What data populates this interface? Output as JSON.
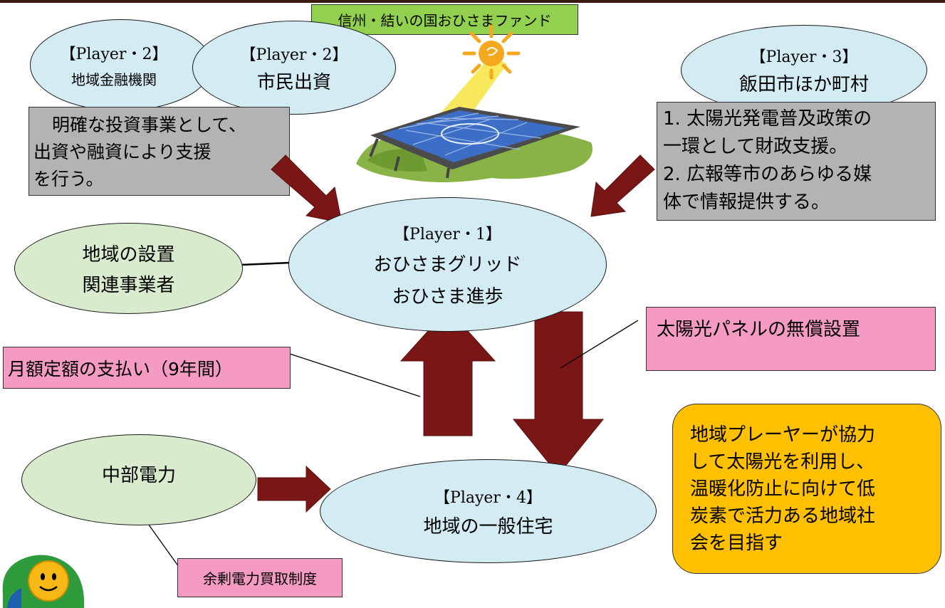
{
  "fund_label": "信州・結いの国おひさまファンド",
  "p2_bank": {
    "title": "【Player・2】",
    "name": "地域金融機関"
  },
  "p2_citizen": {
    "title": "【Player・2】",
    "name": "市民出資"
  },
  "p3": {
    "title": "【Player・3】",
    "name": "飯田市ほか町村"
  },
  "box_finance": {
    "line1": "明確な投資事業として、",
    "line2": "出資や融資により支援",
    "line3": "を行う。"
  },
  "box_city": {
    "line1": "1. 太陽光発電普及政策の",
    "line2": "一環として財政支援。",
    "line3": "2. 広報等市のあらゆる媒",
    "line4": "体で情報提供する。"
  },
  "local_business": {
    "line1": "地域の設置",
    "line2": "関連事業者"
  },
  "p1": {
    "title": "【Player・1】",
    "line1": "おひさまグリッド",
    "line2": "おひさま進歩"
  },
  "label_free_install": "太陽光パネルの無償設置",
  "label_monthly": "月額定額の支払い（9年間）",
  "chubu": "中部電力",
  "p4": {
    "title": "【Player・4】",
    "name": "地域の一般住宅"
  },
  "label_surplus": "余剰電力買取制度",
  "goal": {
    "line1": "地域プレーヤーが協力",
    "line2": "して太陽光を利用し、",
    "line3": "温暖化防止に向けて低",
    "line4": "炭素で活力ある地域社",
    "line5": "会を目指す"
  },
  "colors": {
    "arrow": "#7a1616",
    "ellipse_blue": "#d3ebf3",
    "ellipse_green": "#d9ebcd",
    "gray_box": "#b3b3b3",
    "pink_box": "#f59ac3",
    "goal_box": "#ffc000",
    "fund_box": "#92d050"
  },
  "icons": {
    "solar_panel": "solar-panel-clipart",
    "mascot": "sun-mascot-icon"
  }
}
